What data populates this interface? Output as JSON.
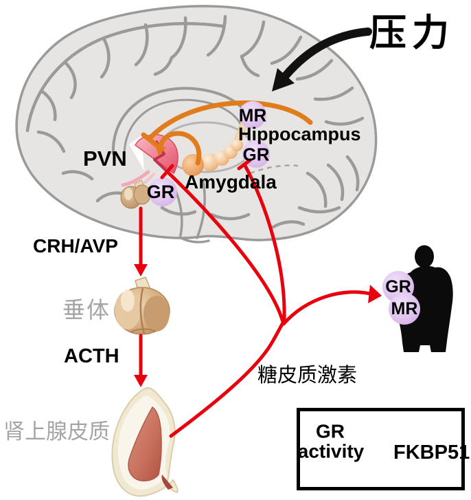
{
  "labels": {
    "stress": "压力",
    "pvn": "PVN",
    "hippocampus": "Hippocampus",
    "amygdala": "Amygdala",
    "hippocampus_mr": "MR",
    "hippocampus_gr": "GR",
    "pvn_gr": "GR",
    "crh_avp": "CRH/AVP",
    "pituitary": "垂体",
    "acth": "ACTH",
    "adrenal_cortex": "肾上腺皮质",
    "glucocorticoid": "糖皮质激素",
    "body_gr": "GR",
    "body_mr": "MR"
  },
  "legend": {
    "gr_activity_line1": "GR",
    "gr_activity_line2": "activity",
    "fkbp51": "FKBP51"
  },
  "colors": {
    "arrow-red": "#e8000d",
    "arrow-orange": "#e07c1b",
    "arrow-green": "#8cc63e",
    "arrow-black": "#111111",
    "receptor-purple": "#ddbfee",
    "brain-fill": "#e6e5e3",
    "brain-outline": "#9a9a98",
    "muted-gray": "#a5a5a5"
  }
}
